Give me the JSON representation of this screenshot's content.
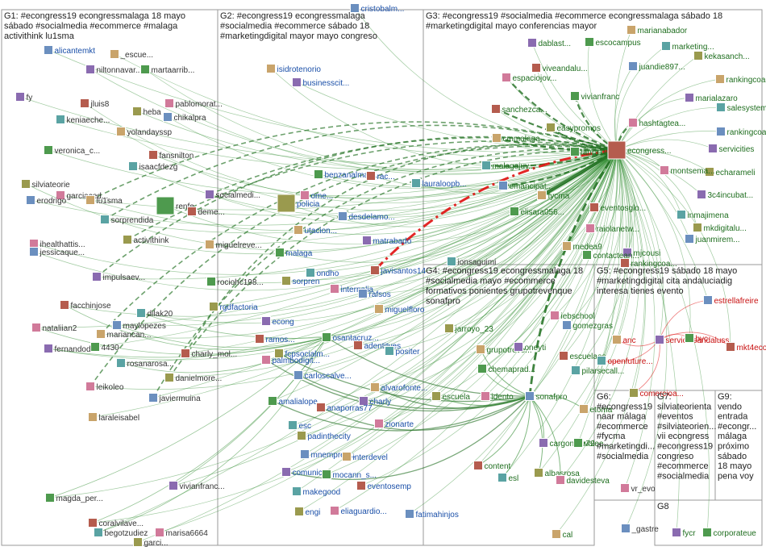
{
  "colors": {
    "edge": "#2e8b2e",
    "edge_heavy": "#1f6e1f",
    "edge_red": "#e01010",
    "panel_border": "#9a9a9a",
    "label_blue": "#1a4fa8",
    "label_green": "#1f6e1f",
    "label_red": "#c81010",
    "label_dark": "#333333",
    "node_box": "#dddddd"
  },
  "groups": [
    {
      "id": "G1",
      "lines": [
        "G1: #econgress19 econgressmalaga 18 mayo",
        "sábado #socialmedia #ecommerce #malaga",
        "activithink lu1sma"
      ]
    },
    {
      "id": "G2",
      "lines": [
        "G2: #econgress19 econgressmalaga",
        "#socialmedia #ecommerce sábado 18",
        "#marketingdigital mayor mayo congreso"
      ]
    },
    {
      "id": "G3",
      "lines": [
        "G3: #econgress19 #socialmedia #ecommerce econgressmalaga sábado 18",
        "#marketingdigital mayo conferencias mayor"
      ]
    },
    {
      "id": "G4",
      "lines": [
        "G4: #econgress19 econgressmalaga 18",
        "#socialmedia mayo #ecommerce",
        "formativos ponientes grupotrevenque",
        "sonafpro"
      ]
    },
    {
      "id": "G5",
      "lines": [
        "G5: #econgress19 sábado 18 mayo",
        "#marketingdigital cita andaluciadig",
        "interesa tienes evento"
      ]
    },
    {
      "id": "G6",
      "lines": [
        "G6:",
        "#econgress19",
        "naar málaga",
        "#ecommerce",
        "#fycma",
        "#marketingdi...",
        "#socialmedia"
      ]
    },
    {
      "id": "G7",
      "lines": [
        "G7:",
        "silviateorienta",
        "#eventos",
        "#silviateorien...",
        "vii econgress",
        "#econgress19",
        "congreso",
        "#ecommerce",
        "#socialmedia"
      ]
    },
    {
      "id": "G8",
      "lines": [
        "G8"
      ]
    },
    {
      "id": "G9",
      "lines": [
        "G9:",
        "vendo",
        "entrada",
        "#econgr...",
        "málaga",
        "próximo",
        "sábado",
        "18 mayo",
        "pena voy"
      ]
    }
  ],
  "nodes": [
    {
      "id": "alicantemkt",
      "label": "alicantemkt",
      "tone": "blue"
    },
    {
      "id": "escue",
      "label": "_escue...",
      "tone": "dark"
    },
    {
      "id": "niltonnavar",
      "label": "niltonnavar...",
      "tone": "dark"
    },
    {
      "id": "martaarrib",
      "label": "martaarrib...",
      "tone": "dark"
    },
    {
      "id": "jluis8",
      "label": "jluis8",
      "tone": "dark"
    },
    {
      "id": "keniaeche",
      "label": "keniaeche...",
      "tone": "dark"
    },
    {
      "id": "heba",
      "label": "heba",
      "tone": "dark"
    },
    {
      "id": "pablomorat",
      "label": "pablomorat...",
      "tone": "dark"
    },
    {
      "id": "chikalpra",
      "label": "chikalpra",
      "tone": "dark"
    },
    {
      "id": "yolandayssp",
      "label": "yolandayssp",
      "tone": "dark"
    },
    {
      "id": "fy",
      "label": "fy",
      "tone": "dark"
    },
    {
      "id": "veronica_c",
      "label": "veronica_c...",
      "tone": "dark"
    },
    {
      "id": "fansnilton",
      "label": "fansnilton",
      "tone": "dark"
    },
    {
      "id": "isaacfdezg",
      "label": "isaacfdezg",
      "tone": "dark"
    },
    {
      "id": "silviateorie",
      "label": "silviateorie",
      "tone": "dark"
    },
    {
      "id": "garciaced",
      "label": "garciaced...",
      "tone": "dark"
    },
    {
      "id": "erodrigo",
      "label": "erodrigo",
      "tone": "dark"
    },
    {
      "id": "lu1sma",
      "label": "lu1sma",
      "tone": "dark"
    },
    {
      "id": "socialmedi",
      "label": "socialmedi...",
      "tone": "dark"
    },
    {
      "id": "renfe",
      "label": "renfe",
      "tone": "dark"
    },
    {
      "id": "deme",
      "label": "deme...",
      "tone": "dark"
    },
    {
      "id": "sorprendida",
      "label": "sorprendida",
      "tone": "dark"
    },
    {
      "id": "activithink",
      "label": "activithink",
      "tone": "dark"
    },
    {
      "id": "ihealthattis",
      "label": "ihealthattis...",
      "tone": "dark"
    },
    {
      "id": "jessicaque",
      "label": "jessicaque...",
      "tone": "dark"
    },
    {
      "id": "miguelreve",
      "label": "miguelreve...",
      "tone": "dark"
    },
    {
      "id": "impulsaev",
      "label": "impulsaev...",
      "tone": "dark"
    },
    {
      "id": "rociohc198",
      "label": "rociohc198...",
      "tone": "dark"
    },
    {
      "id": "facchinjose",
      "label": "facchinjose",
      "tone": "dark"
    },
    {
      "id": "dilak20",
      "label": "dilak20",
      "tone": "dark"
    },
    {
      "id": "rgdfactoria",
      "label": "rgdfactoria",
      "tone": "blue"
    },
    {
      "id": "nataliian2",
      "label": "nataliian2",
      "tone": "dark"
    },
    {
      "id": "maylopezes",
      "label": "maylopezes",
      "tone": "dark"
    },
    {
      "id": "mariancan",
      "label": "mariancan...",
      "tone": "dark"
    },
    {
      "id": "fernandod",
      "label": "fernandod...",
      "tone": "dark"
    },
    {
      "id": "n4430",
      "label": "4430",
      "tone": "dark"
    },
    {
      "id": "charly_mol",
      "label": "charly_mol...",
      "tone": "dark"
    },
    {
      "id": "rosanarosa",
      "label": "rosanarosa...",
      "tone": "dark"
    },
    {
      "id": "danielmore",
      "label": "danielmore...",
      "tone": "dark"
    },
    {
      "id": "leikoleo",
      "label": "leikoleo",
      "tone": "dark"
    },
    {
      "id": "javiermuina",
      "label": "javiermuina",
      "tone": "dark"
    },
    {
      "id": "laraleisabel",
      "label": "laraleisabel",
      "tone": "dark"
    },
    {
      "id": "vivianfranc_g1",
      "label": "vivianfranc...",
      "tone": "dark"
    },
    {
      "id": "magda_per",
      "label": "magda_per...",
      "tone": "dark"
    },
    {
      "id": "coralvilave",
      "label": "coralvilave...",
      "tone": "dark"
    },
    {
      "id": "begotzudiez",
      "label": "begotzudiez",
      "tone": "dark"
    },
    {
      "id": "garci",
      "label": "garci...",
      "tone": "dark"
    },
    {
      "id": "marisa6664",
      "label": "marisa6664",
      "tone": "dark"
    },
    {
      "id": "cristobalm",
      "label": "cristobalm...",
      "tone": "blue"
    },
    {
      "id": "isidrotenorio",
      "label": "isidrotenorio",
      "tone": "blue"
    },
    {
      "id": "businesscit",
      "label": "businesscit...",
      "tone": "blue"
    },
    {
      "id": "benzanalmala",
      "label": "benzanalmala...",
      "tone": "blue"
    },
    {
      "id": "rac",
      "label": "rac...",
      "tone": "blue"
    },
    {
      "id": "lauraloopb",
      "label": "lauraloopb...",
      "tone": "blue"
    },
    {
      "id": "policia",
      "label": "policia",
      "tone": "blue"
    },
    {
      "id": "ome",
      "label": "ome...",
      "tone": "blue"
    },
    {
      "id": "desdelamo",
      "label": "desdelamo...",
      "tone": "blue"
    },
    {
      "id": "utacion",
      "label": "utacion...",
      "tone": "blue"
    },
    {
      "id": "matrabado",
      "label": "matrabado",
      "tone": "blue"
    },
    {
      "id": "malaga",
      "label": "malaga",
      "tone": "blue"
    },
    {
      "id": "javisantos14",
      "label": "javisantos14",
      "tone": "blue"
    },
    {
      "id": "ondho",
      "label": "ondho",
      "tone": "blue"
    },
    {
      "id": "sorpren",
      "label": "sorpren",
      "tone": "blue"
    },
    {
      "id": "internalia",
      "label": "internalia",
      "tone": "blue"
    },
    {
      "id": "rafsos",
      "label": "rafsos",
      "tone": "blue"
    },
    {
      "id": "miguelfloro",
      "label": "miguelfloro",
      "tone": "blue"
    },
    {
      "id": "econg",
      "label": "econg",
      "tone": "blue"
    },
    {
      "id": "osantacruz",
      "label": "osantacruz...",
      "tone": "blue"
    },
    {
      "id": "adentityes",
      "label": "adentityes",
      "tone": "blue"
    },
    {
      "id": "positer",
      "label": "positer",
      "tone": "blue"
    },
    {
      "id": "fcpsocialm",
      "label": "fcpsocialm...",
      "tone": "blue"
    },
    {
      "id": "palmbodigit",
      "label": "palmbodigit...",
      "tone": "blue"
    },
    {
      "id": "carloscalve",
      "label": "carloscalve...",
      "tone": "blue"
    },
    {
      "id": "alvarofonte",
      "label": "alvarofonte...",
      "tone": "blue"
    },
    {
      "id": "charly",
      "label": "charly",
      "tone": "blue"
    },
    {
      "id": "amalialope",
      "label": "amalialope...",
      "tone": "blue"
    },
    {
      "id": "anaporras77",
      "label": "anaporras77",
      "tone": "blue"
    },
    {
      "id": "esc",
      "label": "esc",
      "tone": "blue"
    },
    {
      "id": "padinthecity",
      "label": "padinthecity",
      "tone": "blue"
    },
    {
      "id": "zionarte",
      "label": "zionarte",
      "tone": "blue"
    },
    {
      "id": "mnempres",
      "label": "mnempres...",
      "tone": "blue"
    },
    {
      "id": "interdevel",
      "label": "interdevel",
      "tone": "blue"
    },
    {
      "id": "comunicae",
      "label": "comunicae",
      "tone": "blue"
    },
    {
      "id": "mocann_s",
      "label": "mocann_s...",
      "tone": "blue"
    },
    {
      "id": "eventosemp",
      "label": "eventosemp",
      "tone": "blue"
    },
    {
      "id": "makegood",
      "label": "makegood",
      "tone": "blue"
    },
    {
      "id": "engi",
      "label": "engi",
      "tone": "blue"
    },
    {
      "id": "eliaguardio",
      "label": "eliaguardio...",
      "tone": "blue"
    },
    {
      "id": "fatimahinjos",
      "label": "fatimahinjos",
      "tone": "blue"
    },
    {
      "id": "marianabador",
      "label": "marianabador",
      "tone": "green"
    },
    {
      "id": "dablast",
      "label": "dablast...",
      "tone": "green"
    },
    {
      "id": "escocampus",
      "label": "escocampus",
      "tone": "green"
    },
    {
      "id": "vivieandalu",
      "label": "viveandalu...",
      "tone": "green"
    },
    {
      "id": "marketing",
      "label": "marketing...",
      "tone": "green"
    },
    {
      "id": "kekasanch",
      "label": "kekasanch...",
      "tone": "green"
    },
    {
      "id": "espaciojov",
      "label": "espaciojov...",
      "tone": "green"
    },
    {
      "id": "juandie897",
      "label": "juandie897...",
      "tone": "green"
    },
    {
      "id": "rankingcoa",
      "label": "rankingcoa...",
      "tone": "green"
    },
    {
      "id": "marialazaro",
      "label": "marialazaro",
      "tone": "green"
    },
    {
      "id": "vivianfranc_g3",
      "label": "vivianfranc",
      "tone": "green"
    },
    {
      "id": "sanchezca",
      "label": "sanchezca...",
      "tone": "green"
    },
    {
      "id": "salesystems",
      "label": "salesystems",
      "tone": "green"
    },
    {
      "id": "easypromos",
      "label": "easypromos",
      "tone": "green"
    },
    {
      "id": "hashtagtea",
      "label": "hashtagtea...",
      "tone": "green"
    },
    {
      "id": "rankingcoa2",
      "label": "rankingcoa...",
      "tone": "green"
    },
    {
      "id": "cmmalaga",
      "label": "cmmalaga",
      "tone": "green"
    },
    {
      "id": "servicities",
      "label": "servicities",
      "tone": "green"
    },
    {
      "id": "laura18mc",
      "label": "laura18mc",
      "tone": "green"
    },
    {
      "id": "econgress",
      "label": "econgress...",
      "tone": "green"
    },
    {
      "id": "malagajuv",
      "label": "malagajuv...",
      "tone": "green"
    },
    {
      "id": "echarameli",
      "label": "echarameli",
      "tone": "green"
    },
    {
      "id": "montsema",
      "label": "montsema...",
      "tone": "green"
    },
    {
      "id": "emancipat",
      "label": "emancipat...",
      "tone": "green"
    },
    {
      "id": "fycma",
      "label": "fycma",
      "tone": "green"
    },
    {
      "id": "n3c4incubat",
      "label": "3c4incubat...",
      "tone": "green"
    },
    {
      "id": "elisara056",
      "label": "elisara056...",
      "tone": "green"
    },
    {
      "id": "eventosglo",
      "label": "eventosglo...",
      "tone": "green"
    },
    {
      "id": "inmajimena",
      "label": "inmajimena",
      "tone": "green"
    },
    {
      "id": "mkdigitalu",
      "label": "mkdigitalu...",
      "tone": "green"
    },
    {
      "id": "raiolanetw",
      "label": "raiolanetw...",
      "tone": "green"
    },
    {
      "id": "juanmirem",
      "label": "juanmirem...",
      "tone": "green"
    },
    {
      "id": "medea9",
      "label": "medea9",
      "tone": "green"
    },
    {
      "id": "mjcousi",
      "label": "mjcousi",
      "tone": "green"
    },
    {
      "id": "contactean",
      "label": "contactean...",
      "tone": "green"
    },
    {
      "id": "rankingcoa3",
      "label": "rankingcoa...",
      "tone": "green"
    },
    {
      "id": "ionsaguimi",
      "label": "ionsaguimi",
      "tone": "dark"
    },
    {
      "id": "jarroyo_23",
      "label": "jarroyo_23",
      "tone": "green"
    },
    {
      "id": "iebschool",
      "label": "iebschool",
      "tone": "green"
    },
    {
      "id": "gomezgras",
      "label": "gomezgras",
      "tone": "green"
    },
    {
      "id": "grupotreve",
      "label": "grupotreve...",
      "tone": "green"
    },
    {
      "id": "oneyti",
      "label": "oneyti",
      "tone": "green"
    },
    {
      "id": "chemaprad",
      "label": "chemaprad...",
      "tone": "green"
    },
    {
      "id": "escuelaes",
      "label": "escuelaes",
      "tone": "green"
    },
    {
      "id": "pilarsecall",
      "label": "pilarsecall...",
      "tone": "green"
    },
    {
      "id": "escuela",
      "label": "escuela",
      "tone": "green"
    },
    {
      "id": "idento",
      "label": "idento",
      "tone": "green"
    },
    {
      "id": "sonafpro",
      "label": "sonafpro",
      "tone": "green"
    },
    {
      "id": "etoma",
      "label": "etoma",
      "tone": "green"
    },
    {
      "id": "cargongar72",
      "label": "cargongar72",
      "tone": "green"
    },
    {
      "id": "valee",
      "label": "valee...",
      "tone": "green"
    },
    {
      "id": "content",
      "label": "content",
      "tone": "green"
    },
    {
      "id": "esl",
      "label": "esl",
      "tone": "green"
    },
    {
      "id": "albasrosa",
      "label": "albasrosa",
      "tone": "green"
    },
    {
      "id": "davidesteva",
      "label": "davidesteva",
      "tone": "green"
    },
    {
      "id": "estrellafreire",
      "label": "estrellafreire",
      "tone": "red"
    },
    {
      "id": "anc",
      "label": "anc",
      "tone": "red"
    },
    {
      "id": "serviciosandaluss",
      "label": "serviciosandaluss",
      "tone": "red"
    },
    {
      "id": "byc",
      "label": "byc",
      "tone": "red"
    },
    {
      "id": "mkt4ecom",
      "label": "mkt4ecom...",
      "tone": "red"
    },
    {
      "id": "openfuture",
      "label": "openfuture...",
      "tone": "red"
    },
    {
      "id": "comercioa",
      "label": "comercioa...",
      "tone": "red"
    },
    {
      "id": "vr_evo",
      "label": "vr_evo",
      "tone": "dark"
    },
    {
      "id": "gastre",
      "label": "_gastre",
      "tone": "dark"
    },
    {
      "id": "cal",
      "label": "cal",
      "tone": "green"
    },
    {
      "id": "fycr",
      "label": "fycr",
      "tone": "green"
    },
    {
      "id": "corporateue",
      "label": "corporateue",
      "tone": "green"
    },
    {
      "id": "ramos",
      "label": "ramos...",
      "tone": "blue"
    }
  ]
}
